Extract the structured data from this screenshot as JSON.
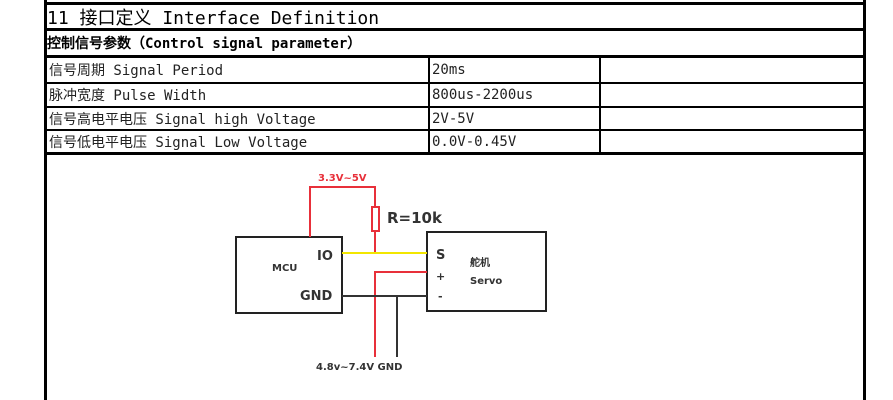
{
  "section_title": "11 接口定义 Interface Definition",
  "subsection_title": "控制信号参数（Control signal parameter）",
  "parameters": [
    {
      "name": "信号周期 Signal Period",
      "value": "20ms"
    },
    {
      "name": "脉冲宽度 Pulse Width",
      "value": "800us-2200us"
    },
    {
      "name": "信号高电平电压 Signal high Voltage",
      "value": "2V-5V"
    },
    {
      "name": "信号低电平电压 Signal Low Voltage",
      "value": "0.0V-0.45V"
    }
  ],
  "diagram": {
    "pullup_voltage": "3.3V~5V",
    "resistor": "R=10k",
    "mcu_label": "MCU",
    "io_label": "IO",
    "gnd_label": "GND",
    "servo_cn": "舵机",
    "servo_en": "Servo",
    "pin_s": "S",
    "pin_plus": "+",
    "pin_minus": "-",
    "supply_label": "4.8v~7.4V GND",
    "colors": {
      "power": "#e8303a",
      "signal": "#f2e600",
      "ground": "#333333"
    }
  }
}
